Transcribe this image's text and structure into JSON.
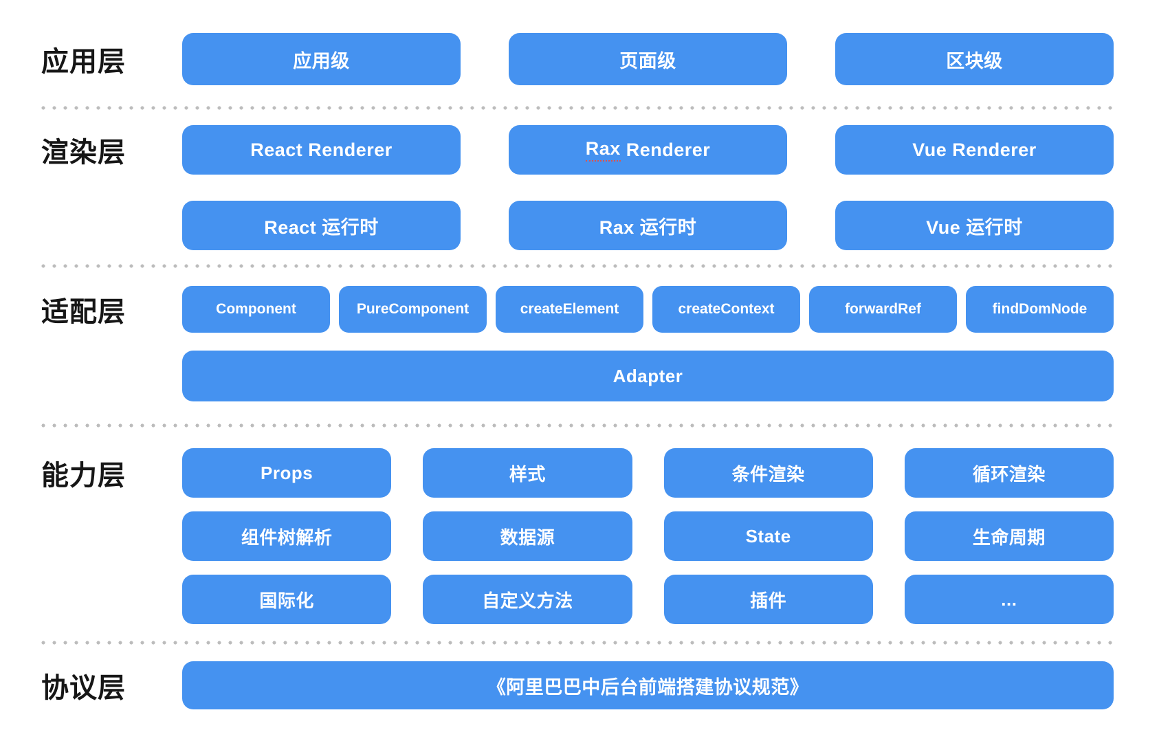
{
  "colors": {
    "node_blue": "#4592F0",
    "node_text": "#FFFFFF",
    "label_text": "#161616",
    "separator_dot": "#BCBCBC",
    "spellcheck_underline": "#E0524A"
  },
  "layers": [
    {
      "id": "application",
      "label": "应用层",
      "rows": [
        [
          "应用级",
          "页面级",
          "区块级"
        ]
      ]
    },
    {
      "id": "render",
      "label": "渲染层",
      "rows": [
        [
          "React Renderer",
          "Rax Renderer",
          "Vue Renderer"
        ],
        [
          "React 运行时",
          "Rax 运行时",
          "Vue 运行时"
        ]
      ]
    },
    {
      "id": "adapter",
      "label": "适配层",
      "rows": [
        [
          "Component",
          "PureComponent",
          "createElement",
          "createContext",
          "forwardRef",
          "findDomNode"
        ],
        [
          "Adapter"
        ]
      ]
    },
    {
      "id": "capability",
      "label": "能力层",
      "rows": [
        [
          "Props",
          "样式",
          "条件渲染",
          "循环渲染"
        ],
        [
          "组件树解析",
          "数据源",
          "State",
          "生命周期"
        ],
        [
          "国际化",
          "自定义方法",
          "插件",
          "..."
        ]
      ]
    },
    {
      "id": "protocol",
      "label": "协议层",
      "rows": [
        [
          "《阿里巴巴中后台前端搭建协议规范》"
        ]
      ]
    }
  ],
  "annotations": {
    "spellcheck_target": "Rax Renderer",
    "spellcheck_word": "Rax",
    "spellcheck_rest": " Renderer"
  }
}
